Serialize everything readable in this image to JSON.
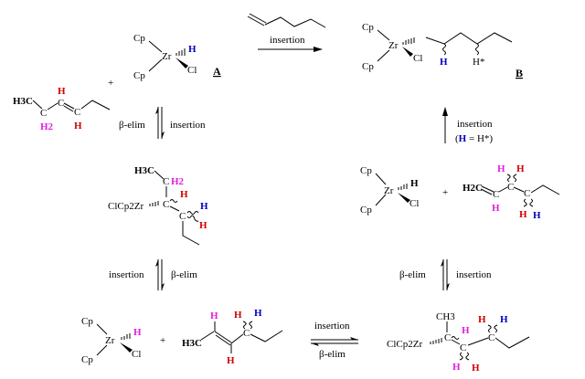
{
  "labels": {
    "insertion": "insertion",
    "beta_elim": "β-elim",
    "plus": "+",
    "compound_A": "A",
    "compound_B": "B",
    "condition_H_part": "H",
    "condition_rest": " = H*)",
    "condition_open": "("
  },
  "atoms": {
    "Cp": "Cp",
    "Zr": "Zr",
    "Cl": "Cl",
    "H": "H",
    "C": "C",
    "H_star": "H*",
    "H3C": "H3C",
    "CH3": "CH3",
    "H2C": "H2C",
    "H2": "H2",
    "ClCp2Zr": "ClCp2Zr"
  },
  "colors": {
    "red": "#d00000",
    "blue": "#0000c0",
    "magenta": "#e020e0"
  }
}
